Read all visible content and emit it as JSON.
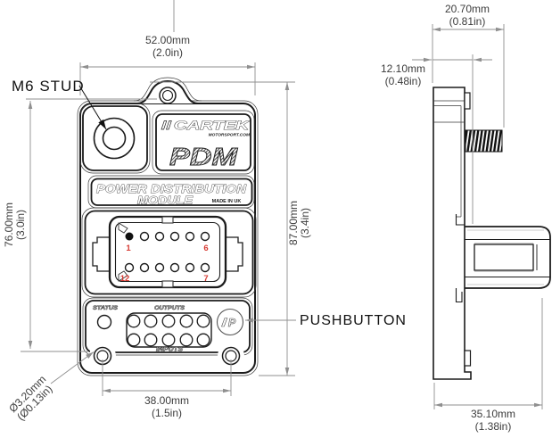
{
  "front_view": {
    "callouts": {
      "m6_stud": "M6 STUD",
      "pushbutton": "PUSHBUTTON"
    },
    "dimensions": {
      "width_mm": "52.00mm",
      "width_in": "(2.0in)",
      "mount_height_mm": "76.00mm",
      "mount_height_in": "(3.0in)",
      "total_height_mm": "87.00mm",
      "total_height_in": "(3.4in)",
      "hole_spacing_mm": "38.00mm",
      "hole_spacing_in": "(1.5in)",
      "hole_dia_mm": "Ø3.20mm",
      "hole_dia_in": "(Ø0.13in)"
    },
    "device": {
      "brand": "CARTEK",
      "brand_sub": "MOTORSPORT.COM",
      "model": "PDM",
      "product_line1": "POWER DISTRIBUTION",
      "product_line2": "MODULE",
      "origin": "MADE IN UK",
      "panel": {
        "status": "STATUS",
        "outputs": "OUTPUTS",
        "inputs": "INPUTS",
        "button_glyph": "P"
      },
      "pins": {
        "pin1": "1",
        "pin6": "6",
        "pin12": "12",
        "pin7": "7"
      }
    }
  },
  "side_view": {
    "dimensions": {
      "stud_depth_mm": "20.70mm",
      "stud_depth_in": "(0.81in)",
      "body_depth_mm": "12.10mm",
      "body_depth_in": "(0.48in)",
      "total_depth_mm": "35.10mm",
      "total_depth_in": "(1.38in)"
    }
  },
  "colors": {
    "pin_number": "#d63a32",
    "edge": "#1b1b1b",
    "dimension": "#8f8f8f"
  }
}
